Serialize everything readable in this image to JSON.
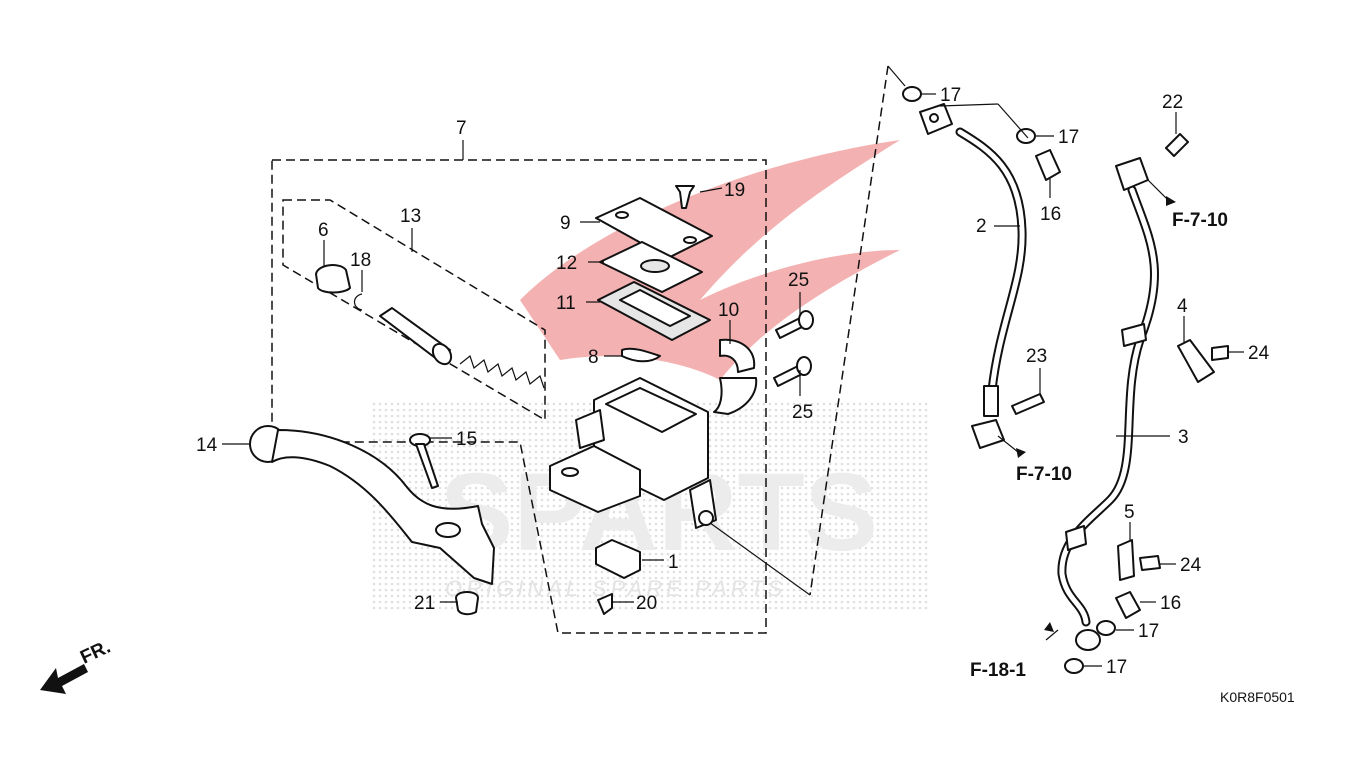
{
  "diagram_code": "K0R8F0501",
  "direction_label": "FR.",
  "watermark": {
    "brand": "SPARTS",
    "tagline": "ORIGINAL SPARE PARTS",
    "color": "#e02020"
  },
  "callouts": {
    "p1": "1",
    "p2": "2",
    "p3": "3",
    "p4": "4",
    "p5": "5",
    "p6": "6",
    "p7": "7",
    "p8": "8",
    "p9": "9",
    "p10": "10",
    "p11": "11",
    "p12": "12",
    "p13": "13",
    "p14": "14",
    "p15": "15",
    "p16a": "16",
    "p16b": "16",
    "p17a": "17",
    "p17b": "17",
    "p17c": "17",
    "p17d": "17",
    "p18": "18",
    "p19": "19",
    "p20": "20",
    "p21": "21",
    "p22": "22",
    "p23": "23",
    "p24a": "24",
    "p24b": "24",
    "p25a": "25",
    "p25b": "25"
  },
  "references": {
    "r1": "F-7-10",
    "r2": "F-7-10",
    "r3": "F-18-1"
  }
}
